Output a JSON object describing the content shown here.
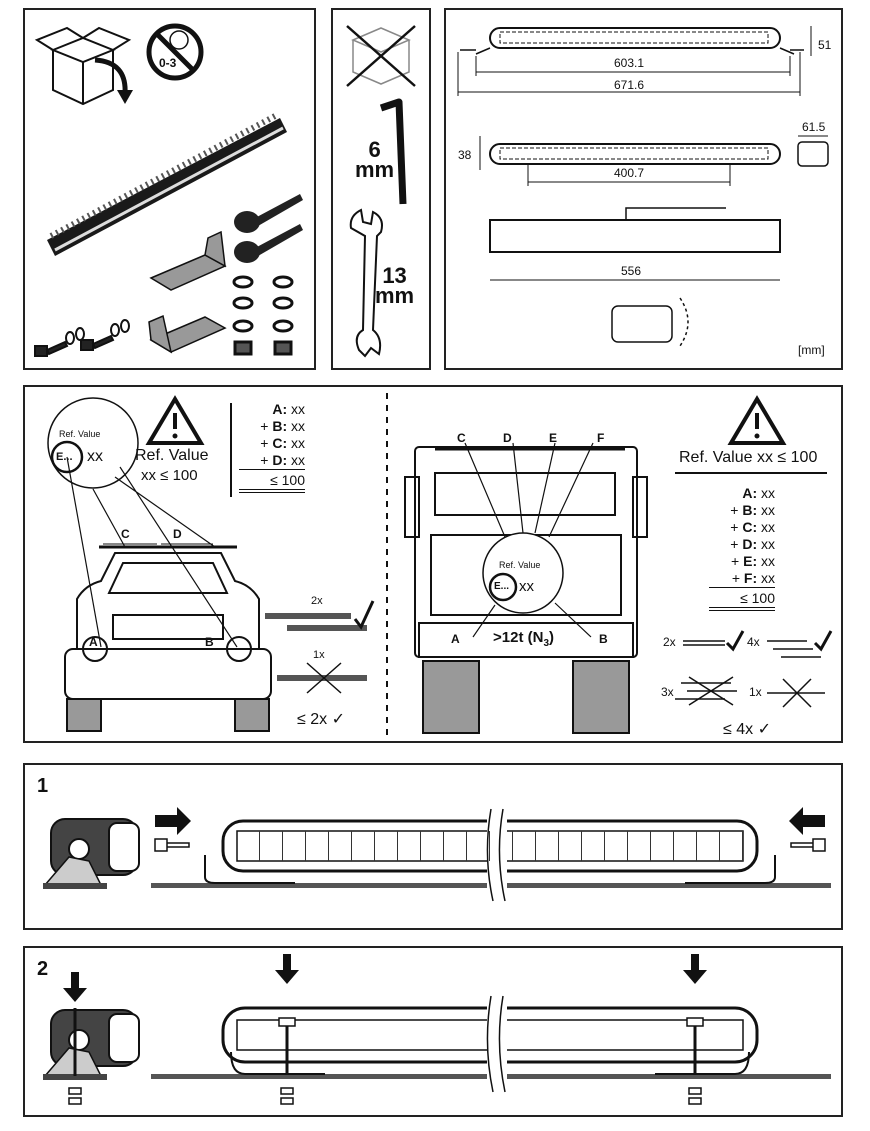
{
  "package": {
    "age_warning": "0-3",
    "tool_hex": {
      "size": "6",
      "unit": "mm"
    },
    "tool_wrench": {
      "size": "13",
      "unit": "mm"
    }
  },
  "dimensions": {
    "height_top": "51",
    "inner_top": "603.1",
    "outer_top": "671.6",
    "height_mid": "38",
    "depth": "61.5",
    "inner_mid": "400.7",
    "length_bottom": "556",
    "unit": "[mm]"
  },
  "ref_left": {
    "badge_title": "Ref. Value",
    "badge_code": "E...",
    "badge_value": "xx",
    "ref_label": "Ref. Value",
    "ref_limit": "xx ≤ 100",
    "lines": [
      {
        "prefix": "",
        "key": "A:",
        "val": "xx"
      },
      {
        "prefix": "+ ",
        "key": "B:",
        "val": "xx"
      },
      {
        "prefix": "+ ",
        "key": "C:",
        "val": "xx"
      },
      {
        "prefix": "+ ",
        "key": "D:",
        "val": "xx"
      }
    ],
    "total": "≤ 100",
    "car_labels": {
      "a": "A",
      "b": "B",
      "c": "C",
      "d": "D"
    },
    "ok_count": "2x",
    "bad_count": "1x",
    "limit": "≤ 2x ✓"
  },
  "ref_right": {
    "badge_title": "Ref. Value",
    "badge_code": "E...",
    "badge_value": "xx",
    "ref_heading": "Ref. Value xx ≤ 100",
    "lines": [
      {
        "prefix": "",
        "key": "A:",
        "val": "xx"
      },
      {
        "prefix": "+ ",
        "key": "B:",
        "val": "xx"
      },
      {
        "prefix": "+ ",
        "key": "C:",
        "val": "xx"
      },
      {
        "prefix": "+ ",
        "key": "D:",
        "val": "xx"
      },
      {
        "prefix": "+ ",
        "key": "E:",
        "val": "xx"
      },
      {
        "prefix": "+ ",
        "key": "F:",
        "val": "xx"
      }
    ],
    "total": "≤ 100",
    "truck_labels": {
      "a": "A",
      "b": "B",
      "c": "C",
      "d": "D",
      "e": "E",
      "f": "F"
    },
    "truck_class_pre": ">12t (N",
    "truck_class_sub": "3",
    "truck_class_post": ")",
    "ok_a": "2x",
    "ok_b": "4x",
    "bad_a": "3x",
    "bad_b": "1x",
    "limit": "≤ 4x ✓"
  },
  "steps": {
    "one": "1",
    "two": "2"
  }
}
